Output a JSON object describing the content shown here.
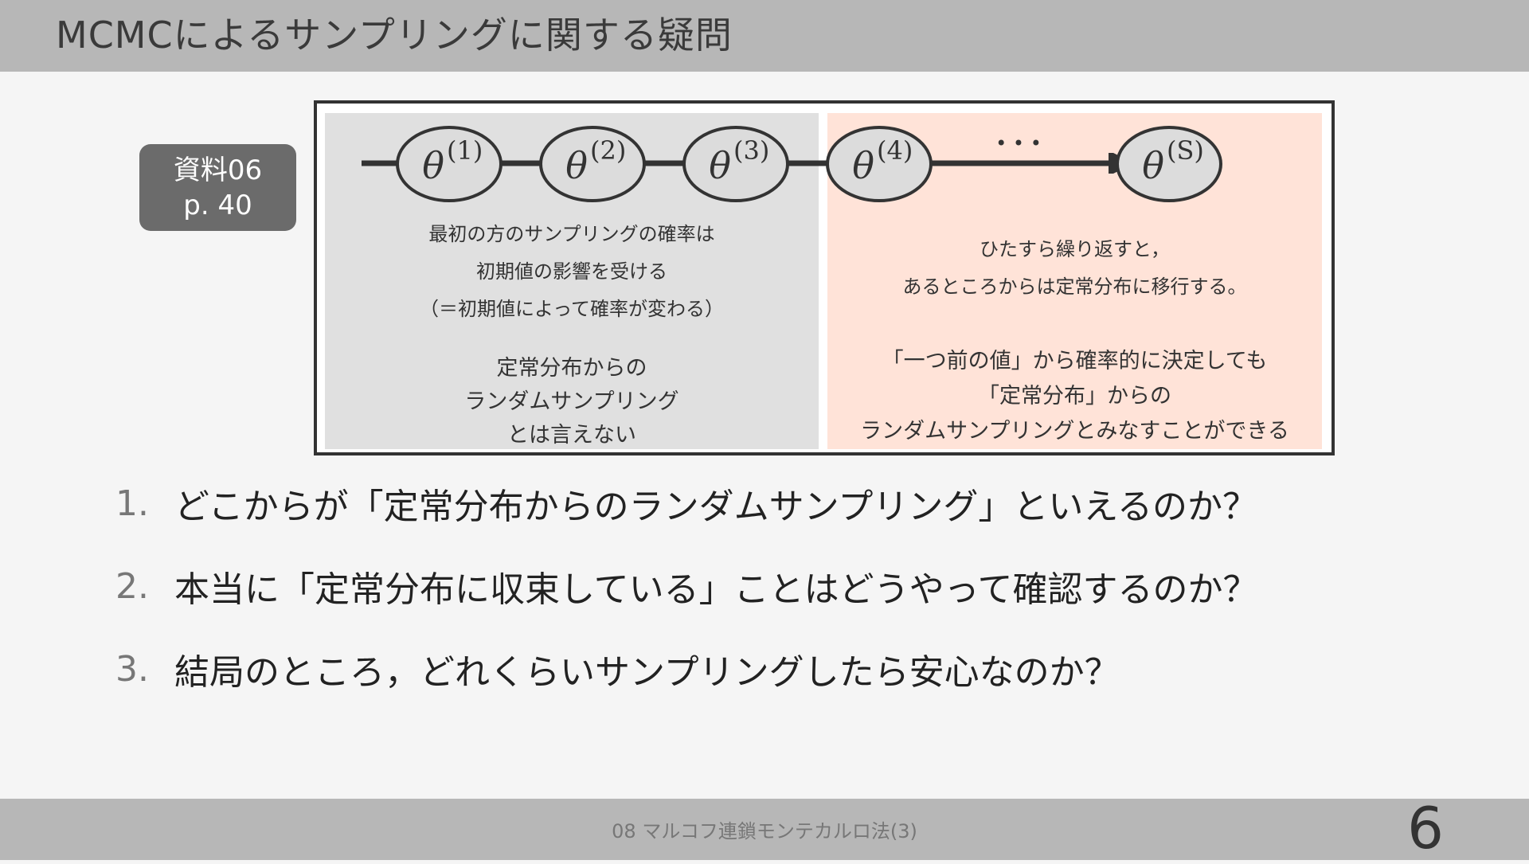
{
  "header": {
    "title": "MCMCによるサンプリングに関する疑問"
  },
  "ref_badge": {
    "line1": "資料06",
    "line2": "p. 40"
  },
  "figure": {
    "nodes": [
      {
        "base": "θ",
        "sup": "(1)"
      },
      {
        "base": "θ",
        "sup": "(2)"
      },
      {
        "base": "θ",
        "sup": "(3)"
      },
      {
        "base": "θ",
        "sup": "(4)"
      },
      {
        "base": "θ",
        "sup": "(S)"
      }
    ],
    "ellipsis": "• • •",
    "left_panel": {
      "text1": [
        "最初の方のサンプリングの確率は",
        "初期値の影響を受ける",
        "（＝初期値によって確率が変わる）"
      ],
      "text2": [
        "定常分布からの",
        "ランダムサンプリング",
        "とは言えない"
      ]
    },
    "right_panel": {
      "text1": [
        "ひたすら繰り返すと，",
        "あるところからは定常分布に移行する。"
      ],
      "text2": [
        "「一つ前の値」から確率的に決定しても",
        "「定常分布」からの",
        "ランダムサンプリングとみなすことができる"
      ]
    }
  },
  "questions": [
    {
      "num": "1.",
      "text": "どこからが「定常分布からのランダムサンプリング」といえるのか？"
    },
    {
      "num": "2.",
      "text": "本当に「定常分布に収束している」ことはどうやって確認するのか？"
    },
    {
      "num": "3.",
      "text": "結局のところ，どれくらいサンプリングしたら安心なのか？"
    }
  ],
  "footer": {
    "text": "08 マルコフ連鎖モンテカルロ法(3)",
    "page_number": "6"
  },
  "colors": {
    "header_bg": "#b7b7b7",
    "left_panel_bg": "#e0e0e0",
    "right_panel_bg": "#ffe3d8",
    "badge_bg": "#6b6b6b"
  }
}
